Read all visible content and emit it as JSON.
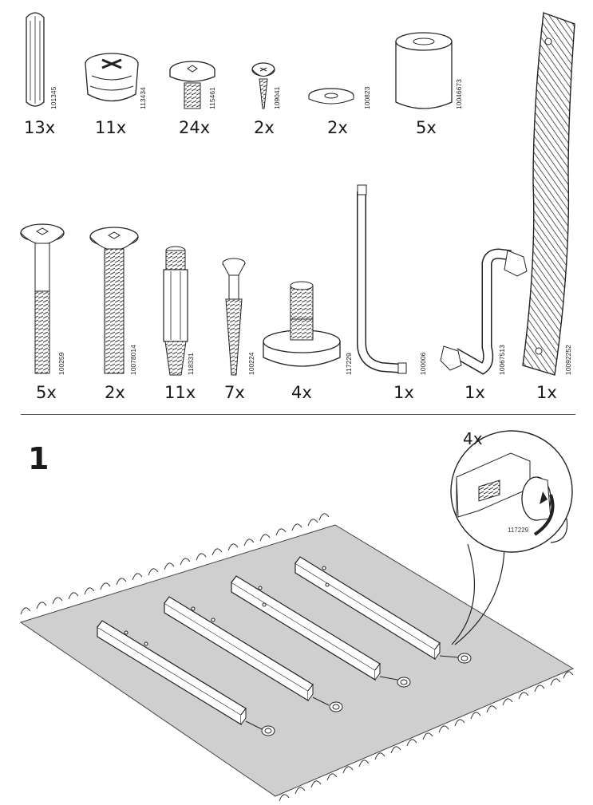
{
  "parts": [
    {
      "name": "dowel",
      "qty": "13x",
      "number": "101345"
    },
    {
      "name": "cam-lock",
      "qty": "11x",
      "number": "113434"
    },
    {
      "name": "short-bolt",
      "qty": "24x",
      "number": "115461"
    },
    {
      "name": "small-screw",
      "qty": "2x",
      "number": "109041"
    },
    {
      "name": "washer",
      "qty": "2x",
      "number": "100823"
    },
    {
      "name": "spacer",
      "qty": "5x",
      "number": "10046673"
    },
    {
      "name": "long-bolt",
      "qty": "5x",
      "number": "100259"
    },
    {
      "name": "long-screw",
      "qty": "2x",
      "number": "10078014"
    },
    {
      "name": "cam-dowel",
      "qty": "11x",
      "number": "118331"
    },
    {
      "name": "wood-screw",
      "qty": "7x",
      "number": "100224"
    },
    {
      "name": "adjustable-foot",
      "qty": "4x",
      "number": "117229"
    },
    {
      "name": "allen-key",
      "qty": "1x",
      "number": "100006"
    },
    {
      "name": "crank-wrench",
      "qty": "1x",
      "number": "10067513"
    },
    {
      "name": "slat-strap",
      "qty": "1x",
      "number": "10092252"
    }
  ],
  "step": {
    "number": "1",
    "callout_qty": "4x",
    "callout_part": "117229"
  }
}
